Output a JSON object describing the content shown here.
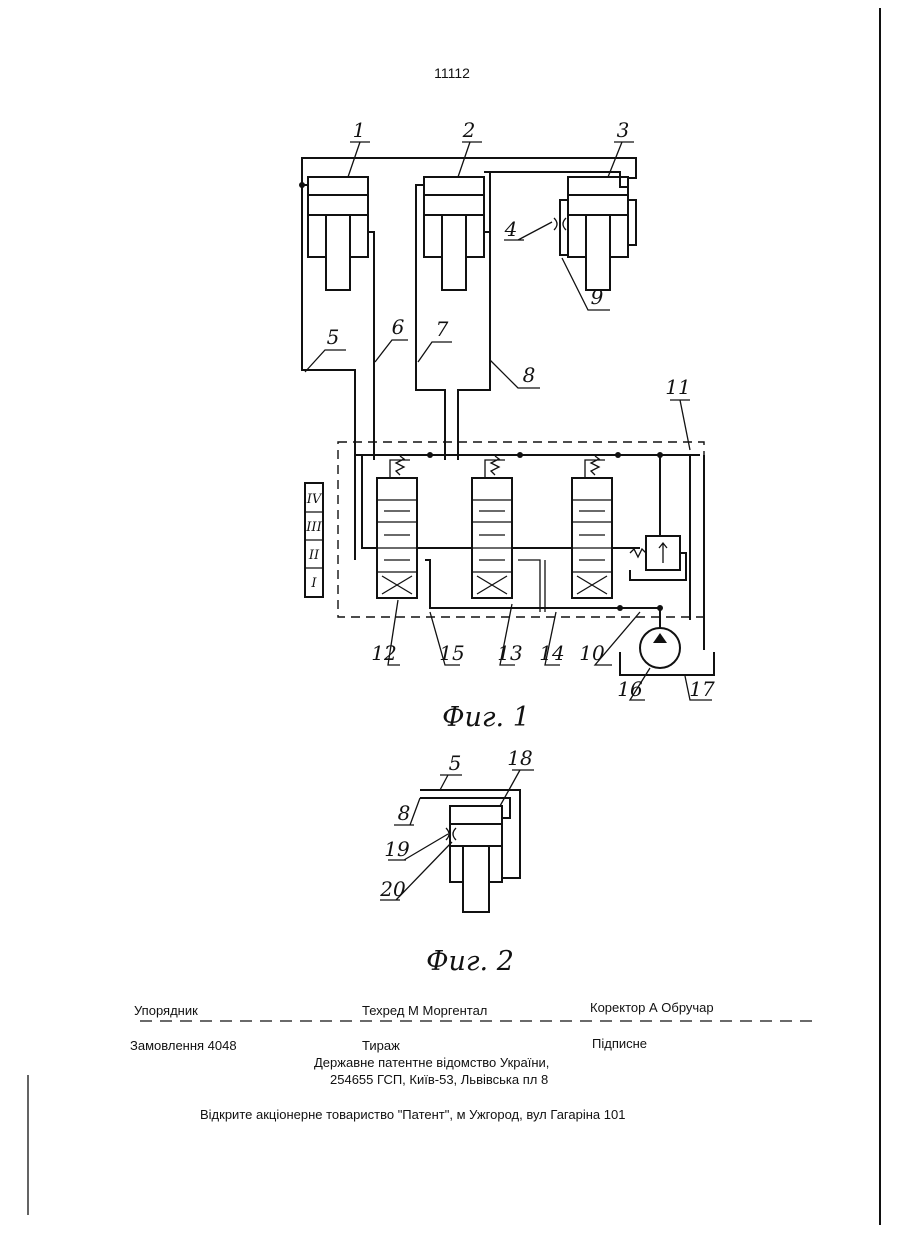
{
  "page_number": "11112",
  "figure1": {
    "caption": "Фиг. 1",
    "labels": {
      "l1": "1",
      "l2": "2",
      "l3": "3",
      "l4": "4",
      "l5": "5",
      "l6": "6",
      "l7": "7",
      "l8": "8",
      "l9": "9",
      "l10": "10",
      "l11": "11",
      "l12": "12",
      "l13": "13",
      "l14": "14",
      "l15": "15",
      "l16": "16",
      "l17": "17"
    },
    "positions": [
      "IV",
      "III",
      "II",
      "I"
    ]
  },
  "figure2": {
    "caption": "Фиг. 2",
    "labels": {
      "l5": "5",
      "l8": "8",
      "l18": "18",
      "l19": "19",
      "l20": "20"
    }
  },
  "imprint": {
    "compiler": "Упорядник",
    "techred": "Техред М Моргентал",
    "corrector": "Коректор А Обручар",
    "order": "Замовлення 4048",
    "circulation": "Тираж",
    "subscription": "Підписне",
    "office_line1": "Державне патентне відомство України,",
    "office_line2": "254655 ГСП, Київ-53, Львівська пл 8",
    "printer": "Відкрите акціонерне товариство \"Патент\", м Ужгород, вул Гагаріна 101"
  }
}
